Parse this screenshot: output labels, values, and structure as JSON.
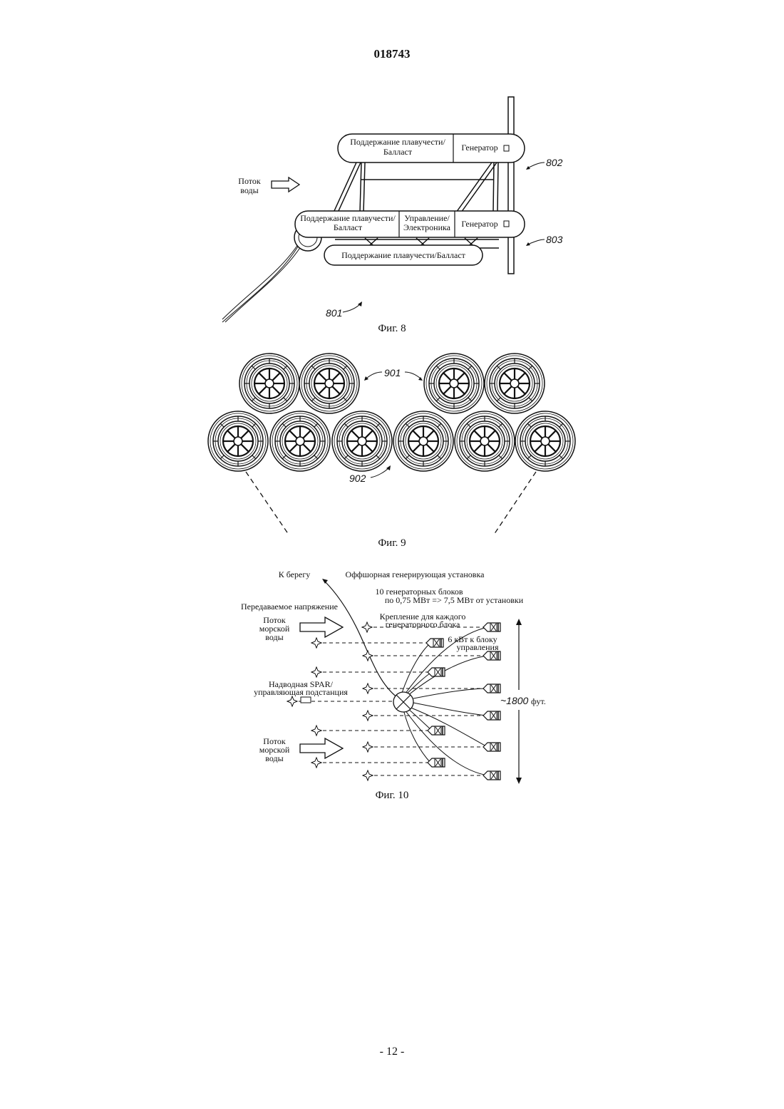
{
  "header": {
    "doc_number": "018743"
  },
  "footer": {
    "page": "- 12 -"
  },
  "fig8": {
    "caption": "Фиг. 8",
    "flow_label": [
      "Поток",
      "воды"
    ],
    "top_float": [
      "Поддержание плавучести/",
      "Балласт"
    ],
    "top_generator": "Генератор",
    "mid_float": [
      "Поддержание плавучести/",
      "Балласт"
    ],
    "control": [
      "Управление/",
      "Электроника"
    ],
    "mid_generator": "Генератор",
    "bottom_float": "Поддержание плавучести/Балласт",
    "ref_802": "802",
    "ref_803": "803",
    "ref_801": "801"
  },
  "fig9": {
    "caption": "Фиг. 9",
    "ref_901": "901",
    "ref_902": "902"
  },
  "fig10": {
    "caption": "Фиг. 10",
    "to_shore": "К берегу",
    "plant_title": "Оффшорная генерирующая установка",
    "units_line1": "10 генераторных блоков",
    "units_line2": "по 0,75 МВт => 7,5 МВт от установки",
    "transmitted_voltage": "Передаваемое напряжение",
    "flow_top": [
      "Поток",
      "морской",
      "воды"
    ],
    "mount_label": [
      "Крепление для каждого",
      "генераторного блока"
    ],
    "power_label": [
      "6 кВт к блоку",
      "управления"
    ],
    "spar_label": [
      "Надводная SPAR/",
      "управляющая подстанция"
    ],
    "distance": "~1800",
    "distance_unit": "фут.",
    "flow_bottom": [
      "Поток",
      "морской",
      "воды"
    ]
  }
}
